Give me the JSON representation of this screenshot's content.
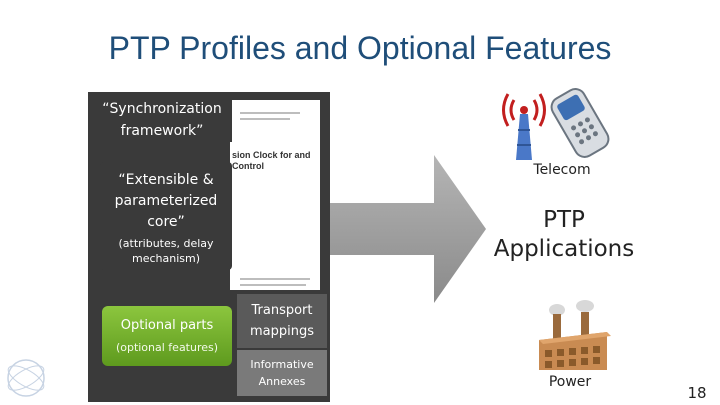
{
  "title": "PTP Profiles and Optional Features",
  "diagram": {
    "sync_label": "“Synchronization framework”",
    "doc_heading": "sion Clock for and Control",
    "core_label": "“Extensible & parameterized core”",
    "core_sub": "(attributes, delay mechanism)",
    "optional_label": "Optional parts",
    "optional_sub": "(optional features)",
    "transport_label": "Transport mappings",
    "annex_label": "Informative Annexes"
  },
  "applications": {
    "telecom_label": "Telecom",
    "ptp_label": "PTP Applications",
    "power_label": "Power"
  },
  "page_number": "18",
  "colors": {
    "title": "#1f4e79",
    "dark_box": "#3a3a3a",
    "optional_green": "#7ab32e",
    "arrow": "#9a9a9a"
  },
  "icons": {
    "tower": "antenna-tower-icon",
    "phone": "mobile-phone-icon",
    "factory": "power-plant-icon",
    "logo": "institution-logo"
  }
}
